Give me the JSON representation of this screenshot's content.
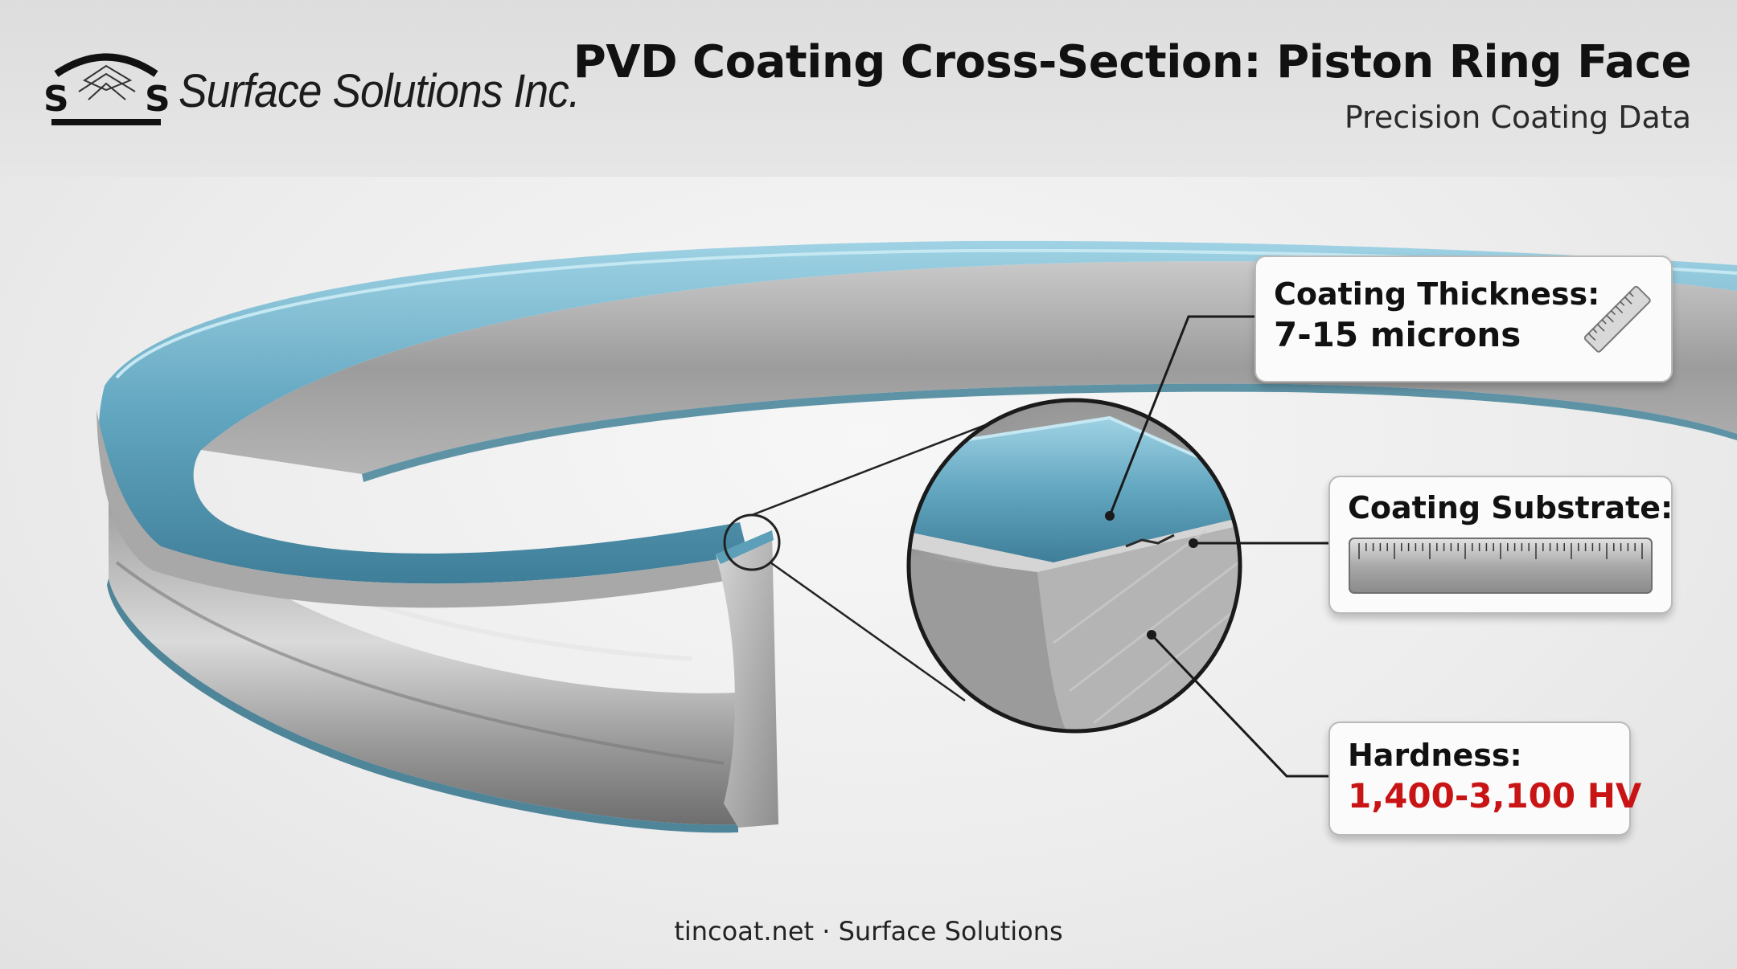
{
  "header": {
    "company_name": "Surface Solutions Inc.",
    "logo_letter_left": "S",
    "logo_letter_right": "S",
    "title": "PVD Coating Cross-Section: Piston Ring Face",
    "subtitle": "Precision Coating Data"
  },
  "callouts": {
    "thickness": {
      "label": "Coating Thickness:",
      "value": "7-15 microns",
      "icon": "ruler-icon"
    },
    "substrate": {
      "label": "Coating Substrate:",
      "icon": "scale-bar"
    },
    "hardness": {
      "label": "Hardness:",
      "value": "1,400-3,100 HV"
    }
  },
  "colors": {
    "coating_blue": "#5f9fb8",
    "steel_gray": "#a3a3a3",
    "hardness_red": "#c81414"
  },
  "footer": {
    "text": "tincoat.net · Surface Solutions"
  }
}
